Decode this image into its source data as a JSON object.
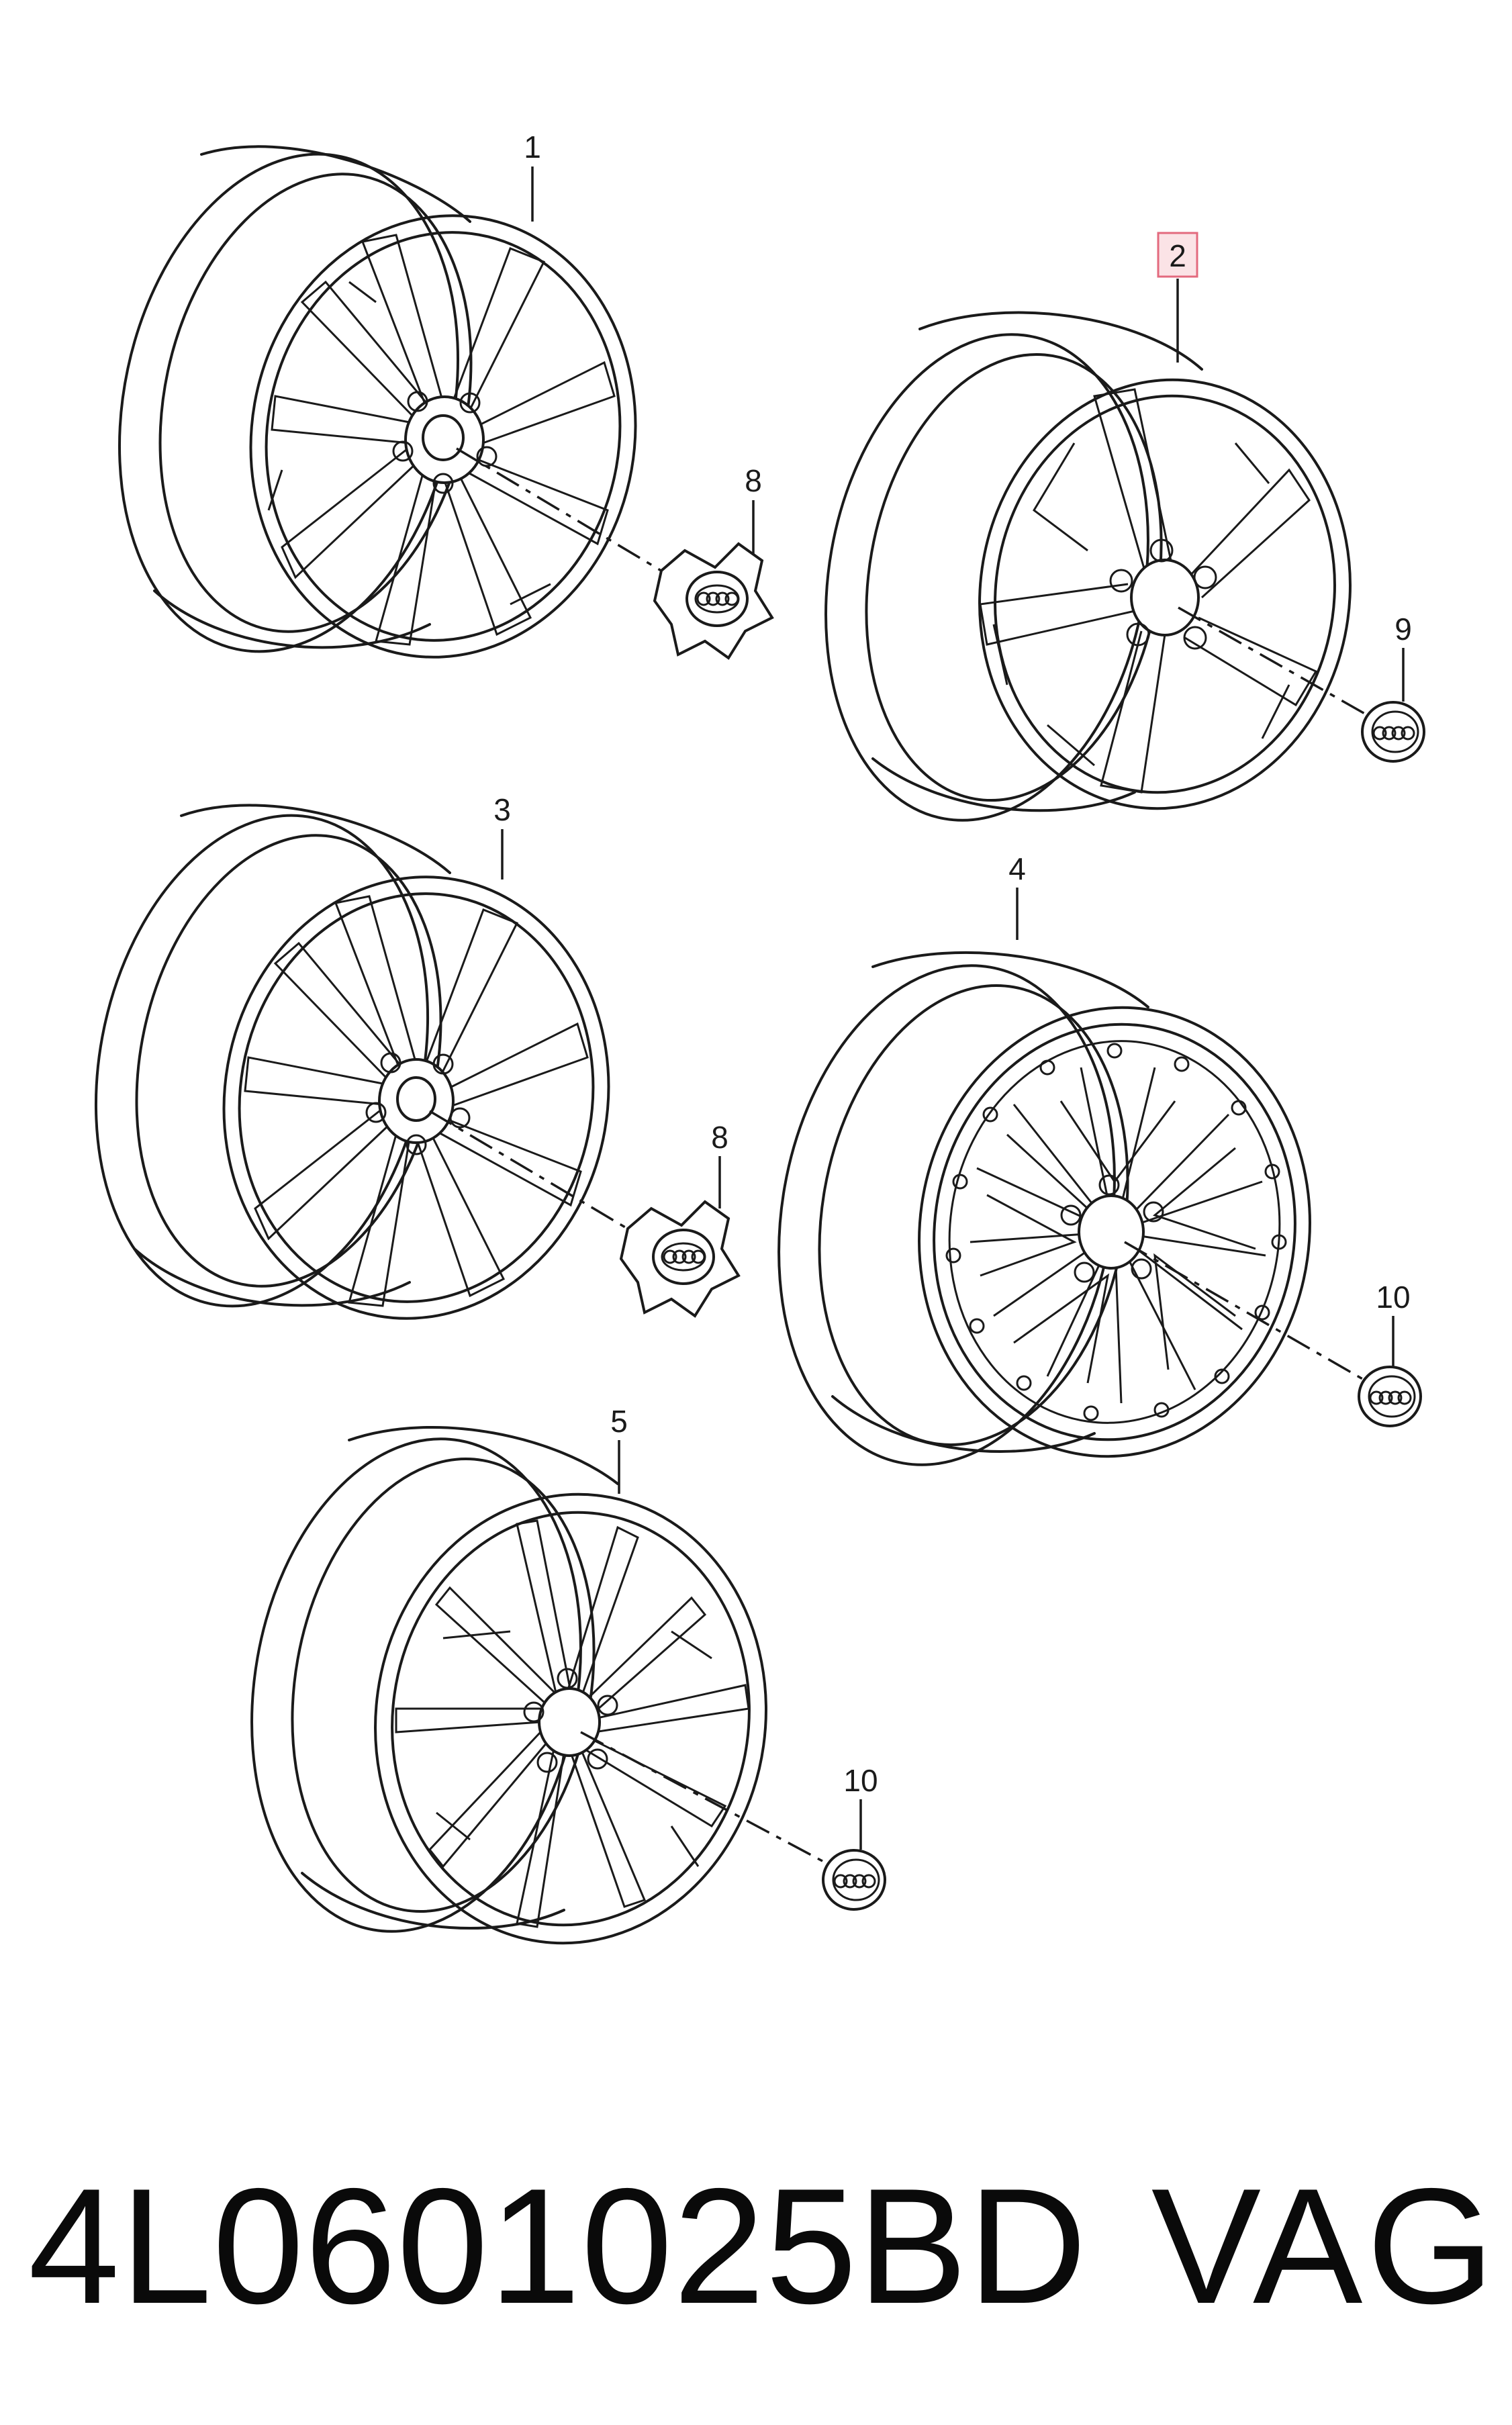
{
  "callouts": {
    "c1": "1",
    "c2": "2",
    "c3": "3",
    "c4": "4",
    "c5": "5",
    "c8a": "8",
    "c8b": "8",
    "c9": "9",
    "c10a": "10",
    "c10b": "10"
  },
  "highlight_color": "#e36a7e",
  "footer": {
    "part_number": "4L0601025BD",
    "brand": "VAG"
  }
}
